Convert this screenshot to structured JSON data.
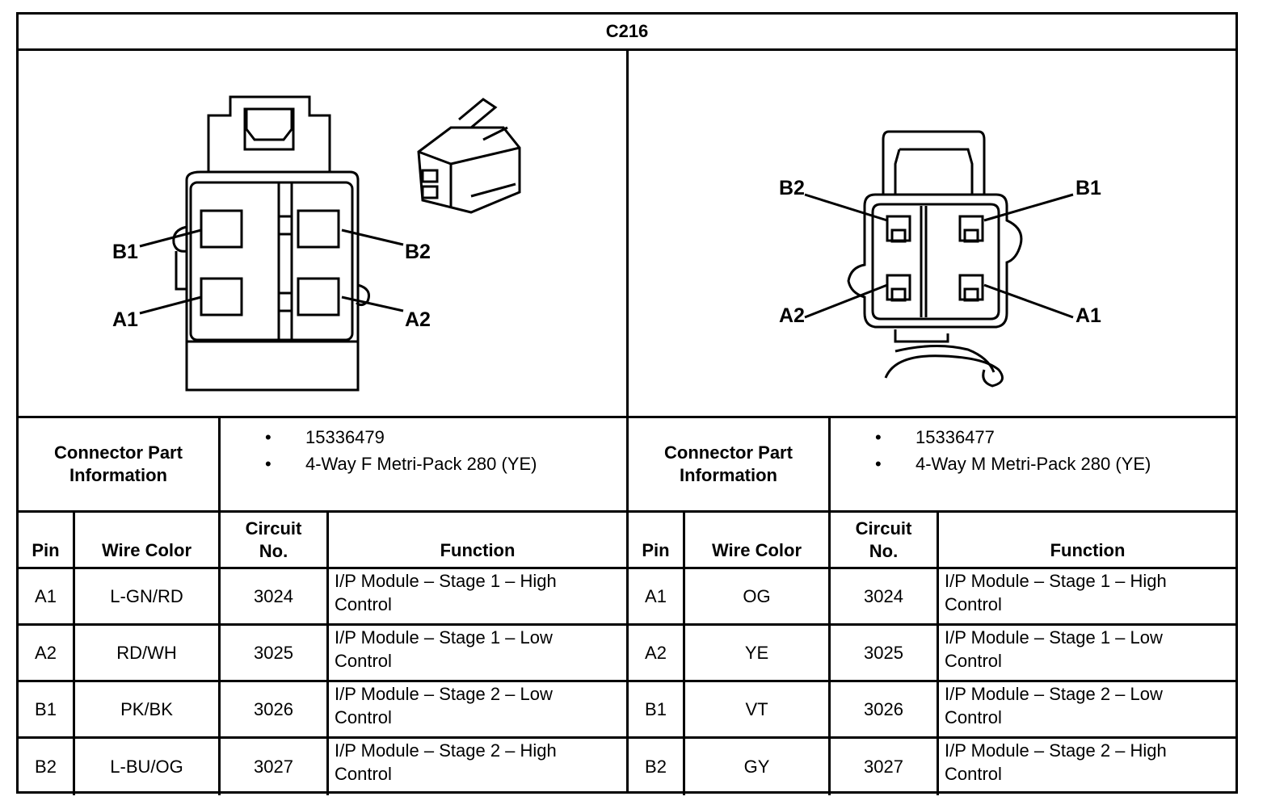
{
  "title": "C216",
  "left": {
    "pin_labels": {
      "b1": "B1",
      "b2": "B2",
      "a1": "A1",
      "a2": "A2"
    },
    "info_label": [
      "Connector Part",
      "Information"
    ],
    "info_items": [
      "15336479",
      "4-Way F Metri-Pack 280 (YE)"
    ],
    "headers": {
      "pin": "Pin",
      "wire_color": "Wire Color",
      "circuit": [
        "Circuit",
        "No."
      ],
      "function": "Function"
    },
    "rows": [
      {
        "pin": "A1",
        "color": "L-GN/RD",
        "circuit": "3024",
        "function": [
          "I/P Module – Stage 1 – High",
          "Control"
        ]
      },
      {
        "pin": "A2",
        "color": "RD/WH",
        "circuit": "3025",
        "function": [
          "I/P Module – Stage 1 – Low",
          "Control"
        ]
      },
      {
        "pin": "B1",
        "color": "PK/BK",
        "circuit": "3026",
        "function": [
          "I/P Module – Stage 2 – Low",
          "Control"
        ]
      },
      {
        "pin": "B2",
        "color": "L-BU/OG",
        "circuit": "3027",
        "function": [
          "I/P Module – Stage 2 – High",
          "Control"
        ]
      }
    ]
  },
  "right": {
    "pin_labels": {
      "b1": "B1",
      "b2": "B2",
      "a1": "A1",
      "a2": "A2"
    },
    "info_label": [
      "Connector Part",
      "Information"
    ],
    "info_items": [
      "15336477",
      "4-Way M Metri-Pack 280 (YE)"
    ],
    "headers": {
      "pin": "Pin",
      "wire_color": "Wire Color",
      "circuit": [
        "Circuit",
        "No."
      ],
      "function": "Function"
    },
    "rows": [
      {
        "pin": "A1",
        "color": "OG",
        "circuit": "3024",
        "function": [
          "I/P Module – Stage 1 – High",
          "Control"
        ]
      },
      {
        "pin": "A2",
        "color": "YE",
        "circuit": "3025",
        "function": [
          "I/P Module – Stage 1 – Low",
          "Control"
        ]
      },
      {
        "pin": "B1",
        "color": "VT",
        "circuit": "3026",
        "function": [
          "I/P Module – Stage 2 – Low",
          "Control"
        ]
      },
      {
        "pin": "B2",
        "color": "GY",
        "circuit": "3027",
        "function": [
          "I/P Module – Stage 2 – High",
          "Control"
        ]
      }
    ]
  },
  "bullet_glyph": "•"
}
